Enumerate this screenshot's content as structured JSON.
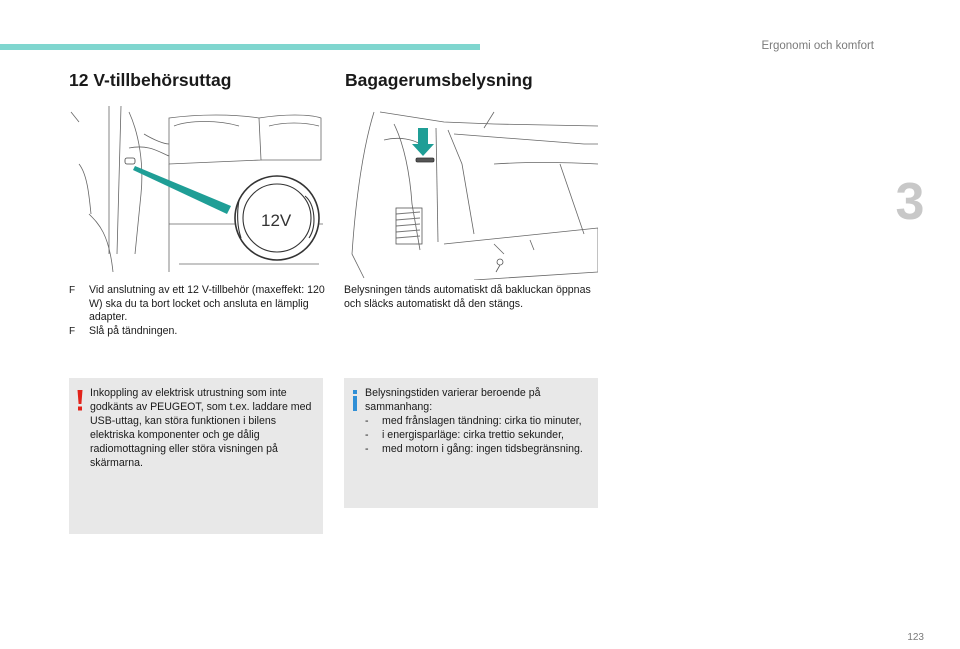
{
  "header": {
    "chapter_title": "Ergonomi och komfort",
    "chapter_number": "3",
    "page_number": "123",
    "accent_color": "#7fd6cf"
  },
  "left_section": {
    "title": "12 V-tillbehörsuttag",
    "socket_label": "12V",
    "bullets": [
      "Vid anslutning av ett 12 V-tillbehör (maxeffekt: 120 W) ska du ta bort locket och ansluta en lämplig adapter.",
      "Slå på tändningen."
    ],
    "bullet_symbol": "F",
    "warning": {
      "icon": "exclamation-icon",
      "text": "Inkoppling av elektrisk utrustning som inte godkänts av PEUGEOT, som t.ex. laddare med USB-uttag, kan störa funktionen i bilens elektriska komponenter och ge dålig radiomottagning eller störa visningen på skärmarna."
    }
  },
  "right_section": {
    "title": "Bagagerumsbelysning",
    "description": "Belysningen tänds automatiskt då bakluckan öppnas och släcks automatiskt då den stängs.",
    "info": {
      "icon": "info-icon",
      "intro": "Belysningstiden varierar beroende på sammanhang:",
      "items": [
        "med frånslagen tändning: cirka tio minuter,",
        "i energisparläge: cirka trettio sekunder,",
        "med motorn i gång: ingen tidsbegränsning."
      ]
    }
  }
}
